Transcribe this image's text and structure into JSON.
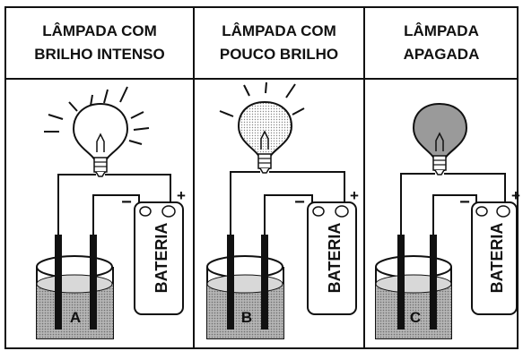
{
  "panels": [
    {
      "title_lines": [
        "LÂMPADA COM",
        "BRILHO INTENSO"
      ],
      "state": "bright",
      "cell_label": "A",
      "battery_label": "BATERIA",
      "minus": "−",
      "plus": "+"
    },
    {
      "title_lines": [
        "LÂMPADA COM",
        "POUCO BRILHO"
      ],
      "state": "dim",
      "cell_label": "B",
      "battery_label": "BATERIA",
      "minus": "−",
      "plus": "+"
    },
    {
      "title_lines": [
        "LÂMPADA",
        "APAGADA"
      ],
      "state": "off",
      "cell_label": "C",
      "battery_label": "BATERIA",
      "minus": "−",
      "plus": "+"
    }
  ],
  "colors": {
    "ink": "#111111",
    "solution": "#9a9a9a",
    "dim_bulb": "#e6e6e6",
    "off_bulb": "#9a9a9a"
  }
}
